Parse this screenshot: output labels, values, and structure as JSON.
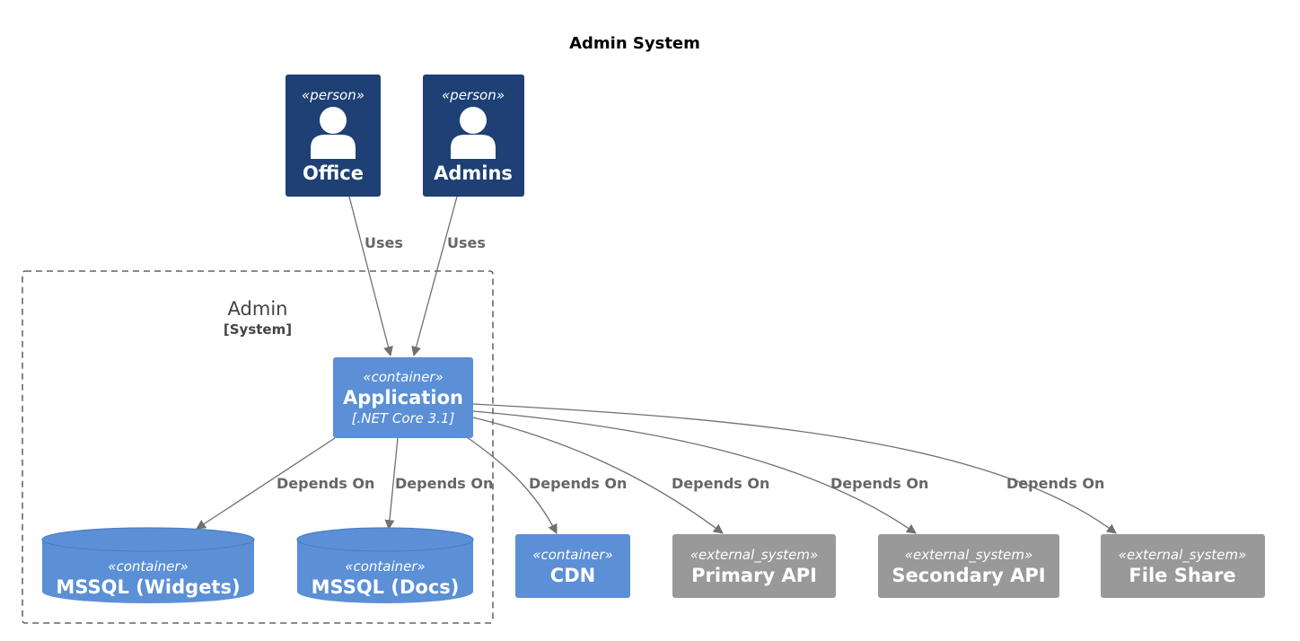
{
  "title": "Admin System",
  "colors": {
    "person": "#1e4074",
    "container": "#5b8fd6",
    "db": "#5b8fd6",
    "external": "#999999",
    "edge": "#707070",
    "boundary": "#444444"
  },
  "boundary": {
    "label": "Admin",
    "type": "[System]"
  },
  "persons": [
    {
      "id": "office",
      "stereotype": "«person»",
      "label": "Office",
      "icon": "person-icon"
    },
    {
      "id": "admins",
      "stereotype": "«person»",
      "label": "Admins",
      "icon": "person-icon"
    }
  ],
  "application": {
    "stereotype": "«container»",
    "label": "Application",
    "technology": "[.NET Core 3.1]"
  },
  "databases": [
    {
      "id": "mssql-widgets",
      "stereotype": "«container»",
      "label": "MSSQL (Widgets)"
    },
    {
      "id": "mssql-docs",
      "stereotype": "«container»",
      "label": "MSSQL (Docs)"
    }
  ],
  "cdn": {
    "stereotype": "«container»",
    "label": "CDN"
  },
  "externals": [
    {
      "id": "primary-api",
      "stereotype": "«external_system»",
      "label": "Primary API"
    },
    {
      "id": "secondary-api",
      "stereotype": "«external_system»",
      "label": "Secondary API"
    },
    {
      "id": "file-share",
      "stereotype": "«external_system»",
      "label": "File Share"
    }
  ],
  "relations": [
    {
      "from": "Office",
      "to": "Application",
      "label": "Uses"
    },
    {
      "from": "Admins",
      "to": "Application",
      "label": "Uses"
    },
    {
      "from": "Application",
      "to": "MSSQL (Widgets)",
      "label": "Depends On"
    },
    {
      "from": "Application",
      "to": "MSSQL (Docs)",
      "label": "Depends On"
    },
    {
      "from": "Application",
      "to": "CDN",
      "label": "Depends On"
    },
    {
      "from": "Application",
      "to": "Primary API",
      "label": "Depends On"
    },
    {
      "from": "Application",
      "to": "Secondary API",
      "label": "Depends On"
    },
    {
      "from": "Application",
      "to": "File Share",
      "label": "Depends On"
    }
  ]
}
